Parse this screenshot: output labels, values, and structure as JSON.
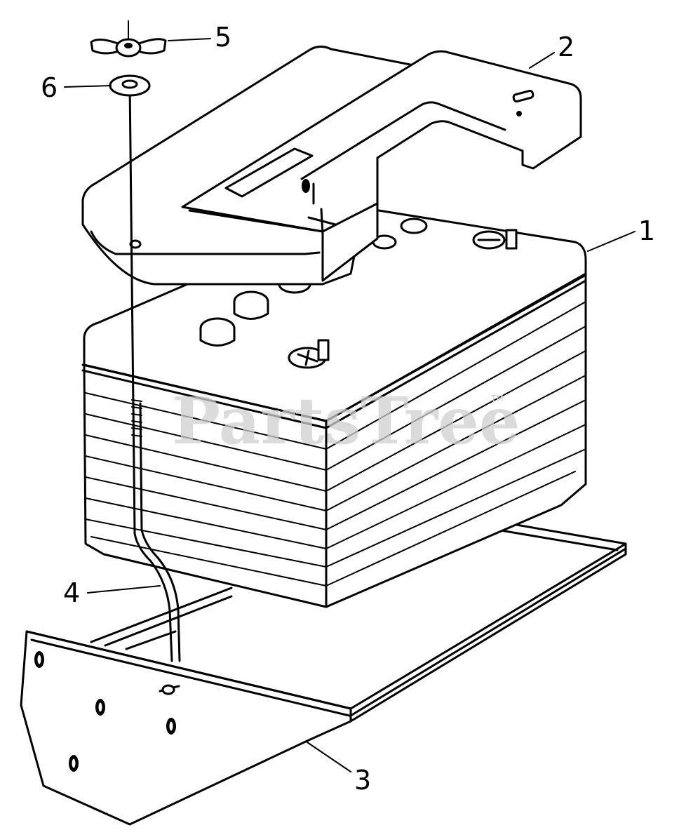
{
  "diagram": {
    "callouts": [
      {
        "id": "1",
        "label": "1"
      },
      {
        "id": "2",
        "label": "2"
      },
      {
        "id": "3",
        "label": "3"
      },
      {
        "id": "4",
        "label": "4"
      },
      {
        "id": "5",
        "label": "5"
      },
      {
        "id": "6",
        "label": "6"
      }
    ],
    "watermark": {
      "text": "PartsTree",
      "trademark": "TM"
    }
  },
  "colors": {
    "line": "#000000",
    "background": "#ffffff",
    "watermark": "#cfcfcf"
  }
}
